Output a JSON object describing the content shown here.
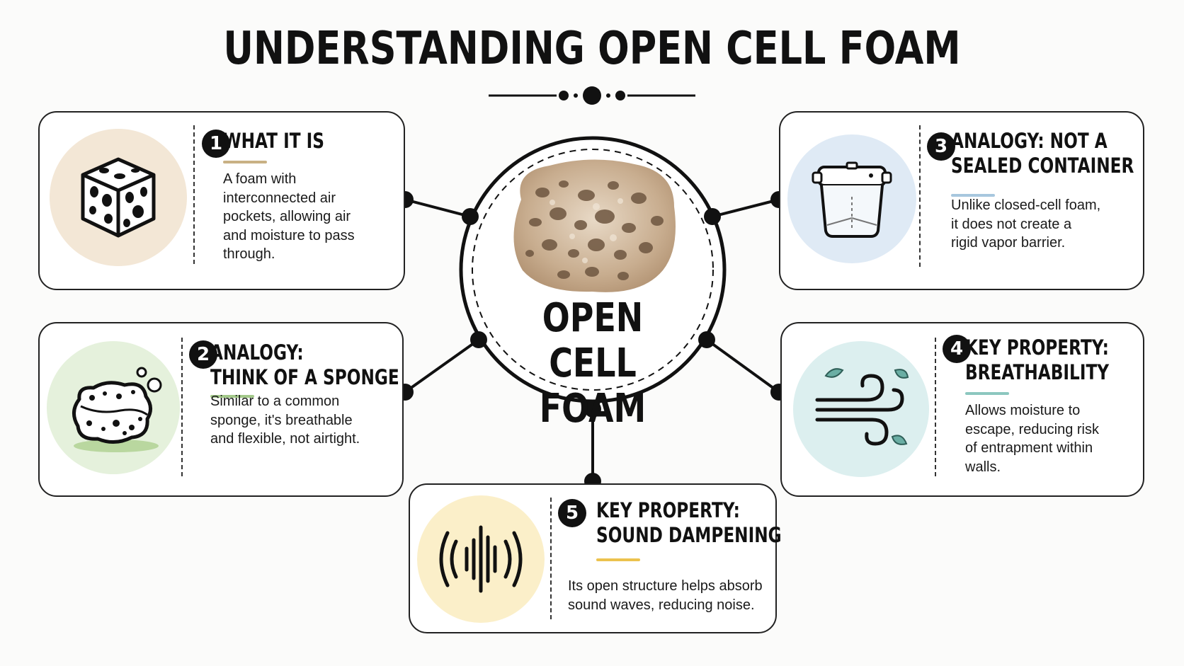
{
  "title": "UNDERSTANDING OPEN CELL FOAM",
  "hub": {
    "lines": [
      "OPEN CELL",
      "FOAM"
    ]
  },
  "cards": [
    {
      "number": "1",
      "heading_lines": [
        "WHAT IT IS"
      ],
      "body_lines": [
        "A foam with",
        "interconnected air",
        "pockets, allowing air",
        "and moisture to pass",
        "through."
      ],
      "icon": "foam-cube-icon",
      "accent": "#c9b184",
      "icon_bg": "#f3e7d6"
    },
    {
      "number": "2",
      "heading_lines": [
        "ANALOGY:",
        "THINK OF A SPONGE"
      ],
      "body_lines": [
        "Similar to a common",
        "sponge, it's breathable",
        "and flexible, not airtight."
      ],
      "icon": "sponge-icon",
      "accent": "#a3c98a",
      "icon_bg": "#e5f1dc"
    },
    {
      "number": "3",
      "heading_lines": [
        "ANALOGY: NOT A",
        "SEALED CONTAINER"
      ],
      "body_lines": [
        "Unlike closed-cell foam,",
        "it does not create a",
        "rigid vapor barrier."
      ],
      "icon": "container-icon",
      "accent": "#a7c7de",
      "icon_bg": "#dfeaf5"
    },
    {
      "number": "4",
      "heading_lines": [
        "KEY PROPERTY:",
        "BREATHABILITY"
      ],
      "body_lines": [
        "Allows moisture to",
        "escape, reducing risk",
        "of entrapment within",
        "walls."
      ],
      "icon": "wind-icon",
      "accent": "#8cc7bf",
      "icon_bg": "#dcefef"
    },
    {
      "number": "5",
      "heading_lines": [
        "KEY PROPERTY:",
        "SOUND DAMPENING"
      ],
      "body_lines": [
        "Its open structure helps absorb",
        "sound waves, reducing noise."
      ],
      "icon": "sound-wave-icon",
      "accent": "#ecc24e",
      "icon_bg": "#fbefc9"
    }
  ]
}
